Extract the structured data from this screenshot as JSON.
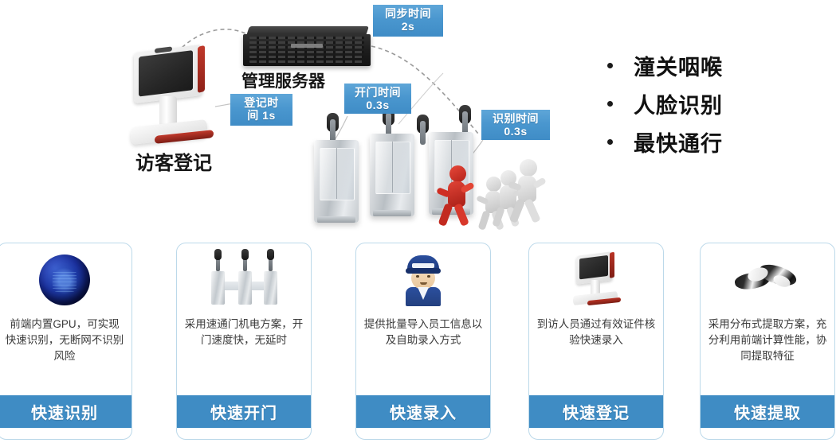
{
  "diagram": {
    "devices": [
      {
        "name": "visitor-kiosk",
        "caption": "访客登记"
      },
      {
        "name": "management-server",
        "caption": "管理服务器"
      }
    ],
    "badges": [
      {
        "name": "sync-time",
        "line1": "同步时间",
        "line2": "2s"
      },
      {
        "name": "register-time",
        "line1": "登记时",
        "line2": "间 1s"
      },
      {
        "name": "open-time",
        "line1": "开门时间",
        "line2": "0.3s"
      },
      {
        "name": "recognize-time",
        "line1": "识别时间",
        "line2": "0.3s"
      }
    ]
  },
  "bullets": [
    {
      "text": "潼关咽喉"
    },
    {
      "text": "人脸识别"
    },
    {
      "text": "最快通行"
    }
  ],
  "cards": [
    {
      "icon": "face-scan-sphere-icon",
      "desc": "前端内置GPU，可实现快速识别，无断网不识别风险",
      "button": "快速识别"
    },
    {
      "icon": "speed-gate-icon",
      "desc": "采用速通门机电方案，开门速度快，无延时",
      "button": "快速开门"
    },
    {
      "icon": "worker-avatar-icon",
      "desc": "提供批量导入员工信息以及自助录入方式",
      "button": "快速录入"
    },
    {
      "icon": "visitor-kiosk-icon",
      "desc": "到访人员通过有效证件核验快速录入",
      "button": "快速登记"
    },
    {
      "icon": "distributed-chip-icon",
      "desc": "采用分布式提取方案，充分利用前端计算性能，协同提取特征",
      "button": "快速提取"
    }
  ],
  "colors": {
    "badge_blue": "#4a97cf",
    "button_blue": "#3f8cc4",
    "card_border": "#bcd9ea",
    "runner_red": "#d42b1f"
  }
}
